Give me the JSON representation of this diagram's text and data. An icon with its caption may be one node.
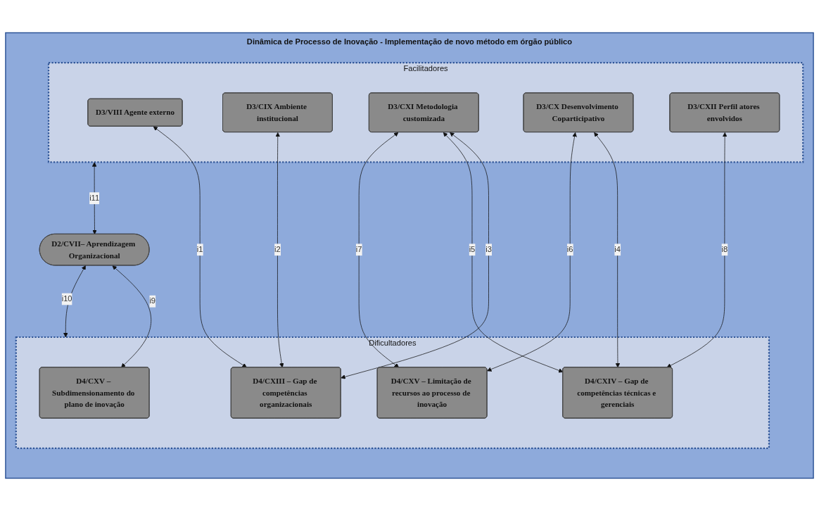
{
  "diagram": {
    "nodes": [
      {
        "text": [
          "Dinâmica de Processo de Inovação - Implementação de novo método em órgão público"
        ]
      },
      {
        "text": [
          "Facilitadores"
        ],
        "in": 0
      },
      {
        "text": [
          "D3/VIII Agente externo"
        ],
        "in": 1
      },
      {
        "text": [
          "D3/CIX Ambiente institucional"
        ],
        "in": 1
      },
      {
        "text": [
          "D3/CX Desenvolvimento Coparticipativo"
        ],
        "in": 1
      },
      {
        "text": [
          "D3/CXI Metodologia customizada"
        ],
        "in": 1
      },
      {
        "text": [
          "D3/CXII Perfil atores envolvidos"
        ],
        "in": 1
      },
      {
        "text": [
          "Dificultadores"
        ],
        "in": 0
      },
      {
        "text": [
          "D4/CXIII – Gap de competências organizacionais"
        ],
        "in": 7
      },
      {
        "text": [
          "D4/CXIV – Gap de competências técnicas e gerenciais"
        ],
        "in": 7
      },
      {
        "text": [
          "D4/CXV – Limitação de recursos ao processo de inovação"
        ],
        "in": 7
      },
      {
        "text": [
          "D4/CXV – Subdimensionamento do plano de inovação"
        ],
        "in": 7
      },
      {
        "text": [
          "D2/CVII– Aprendizagem Organizacional"
        ],
        "in": 0
      }
    ],
    "edges": [
      {
        "from": 2,
        "to": 8,
        "arrow": "both",
        "label": "i1"
      },
      {
        "from": 3,
        "to": 8,
        "arrow": "both",
        "label": "i2"
      },
      {
        "from": 5,
        "to": 8,
        "arrow": "both",
        "label": "i3"
      },
      {
        "from": 4,
        "to": 9,
        "arrow": "both",
        "label": "i4"
      },
      {
        "from": 5,
        "to": 9,
        "arrow": "both",
        "label": "i5"
      },
      {
        "from": 4,
        "to": 10,
        "arrow": "both",
        "label": "i6"
      },
      {
        "from": 5,
        "to": 10,
        "arrow": "both",
        "label": "i7"
      },
      {
        "from": 6,
        "to": 9,
        "arrow": "both",
        "label": "i8"
      },
      {
        "from": 12,
        "to": 11,
        "arrow": "both",
        "label": "i9"
      },
      {
        "from": 12,
        "to": 7,
        "arrow": "both",
        "label": "i10"
      },
      {
        "from": 1,
        "to": 12,
        "arrow": "both",
        "label": "i11"
      }
    ]
  }
}
